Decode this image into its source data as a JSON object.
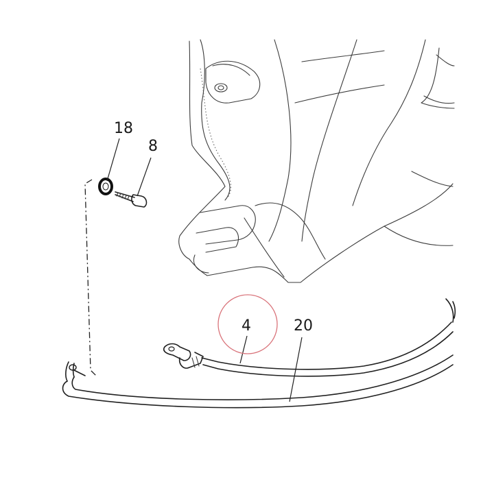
{
  "callouts": {
    "washer": "18",
    "bolt": "8",
    "cable_short": "4",
    "cable_long": "20"
  },
  "colors": {
    "highlight_circle": "#d9737a",
    "line": "#1f1f1f"
  }
}
